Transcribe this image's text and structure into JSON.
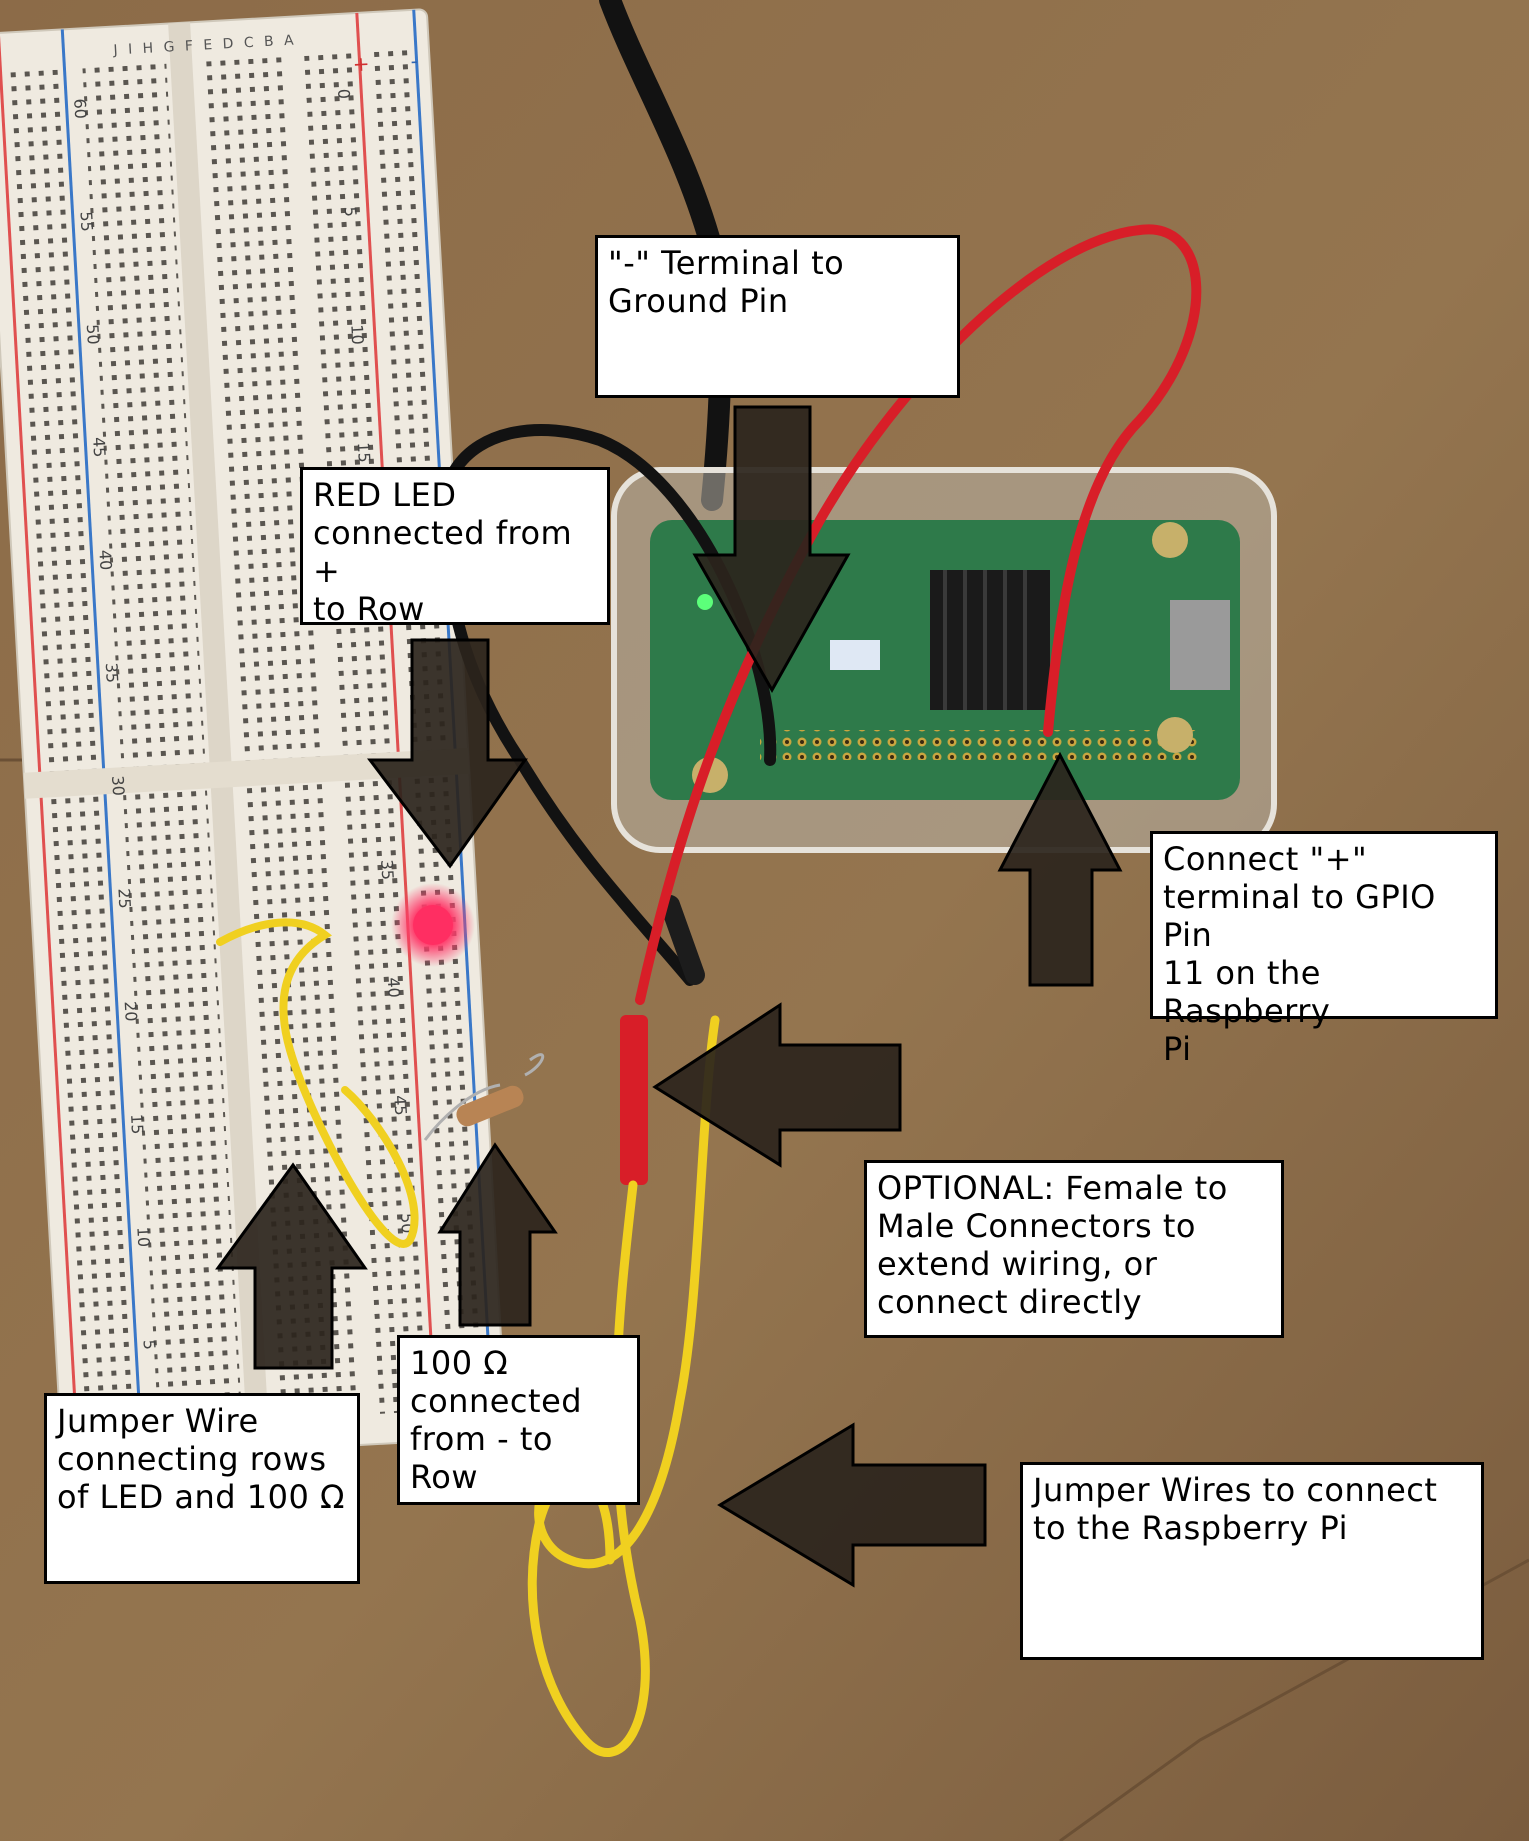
{
  "photo": {
    "subject": "breadboard-led-circuit-wired-to-raspberry-pi-zero",
    "colors": {
      "cardboard": "#8a6a48",
      "breadboard": "#efeae0",
      "rail_red": "#e05050",
      "rail_blue": "#3a78c8",
      "wire_red": "#d81e28",
      "wire_black": "#121212",
      "wire_yellow": "#f0d020",
      "pcb_green": "#2e7a4a",
      "arrow": "#2b241c",
      "led": "#ff3a6a"
    }
  },
  "breadboard": {
    "top_letters": "J I H G F",
    "mid_letters": "E D C B A",
    "row_numbers": [
      "60",
      "55",
      "50",
      "45",
      "40",
      "35",
      "30",
      "25",
      "20",
      "15",
      "10",
      "5"
    ],
    "side_numbers": [
      "0",
      "5",
      "10",
      "15",
      "35",
      "40",
      "45",
      "50"
    ],
    "rail_marks": [
      "+",
      "-"
    ]
  },
  "callouts": {
    "ground": "\"-\" Terminal to\nGround Pin",
    "led": "RED LED\nconnected from +\nto Row",
    "gpio": "Connect \"+\"\nterminal to GPIO Pin\n11 on the Raspberry\nPi",
    "optional": "OPTIONAL: Female to\nMale Connectors to\nextend wiring, or\nconnect directly",
    "resistor": "100 Ω\nconnected\nfrom - to\nRow",
    "jumper_rows": "Jumper Wire\nconnecting rows\nof LED and 100 Ω",
    "jumper_pi": "Jumper Wires to connect\nto the Raspberry Pi"
  }
}
